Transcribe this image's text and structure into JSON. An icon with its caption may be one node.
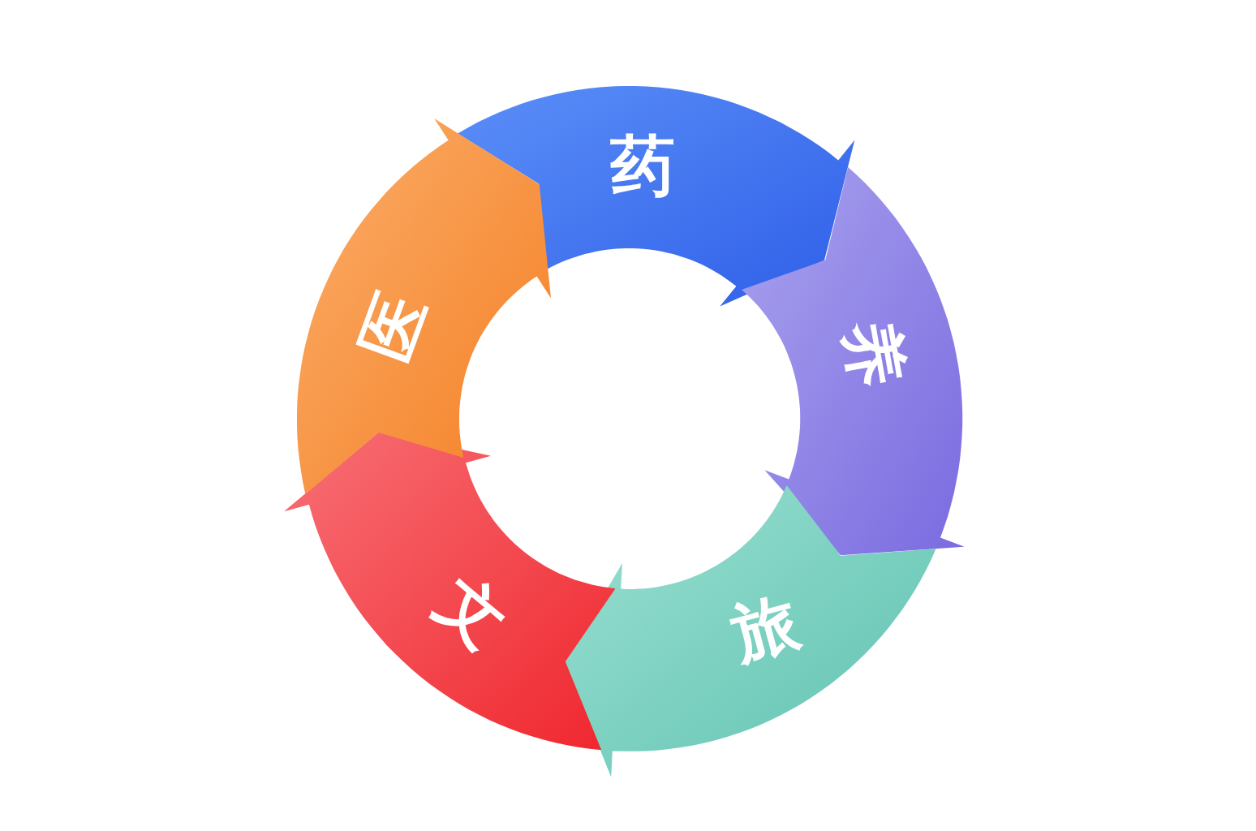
{
  "diagram": {
    "nodes": [
      {
        "text": [
          "药"
        ]
      },
      {
        "text": [
          "养"
        ]
      },
      {
        "text": [
          "旅"
        ]
      },
      {
        "text": [
          "文"
        ]
      },
      {
        "text": [
          "医"
        ]
      }
    ]
  }
}
